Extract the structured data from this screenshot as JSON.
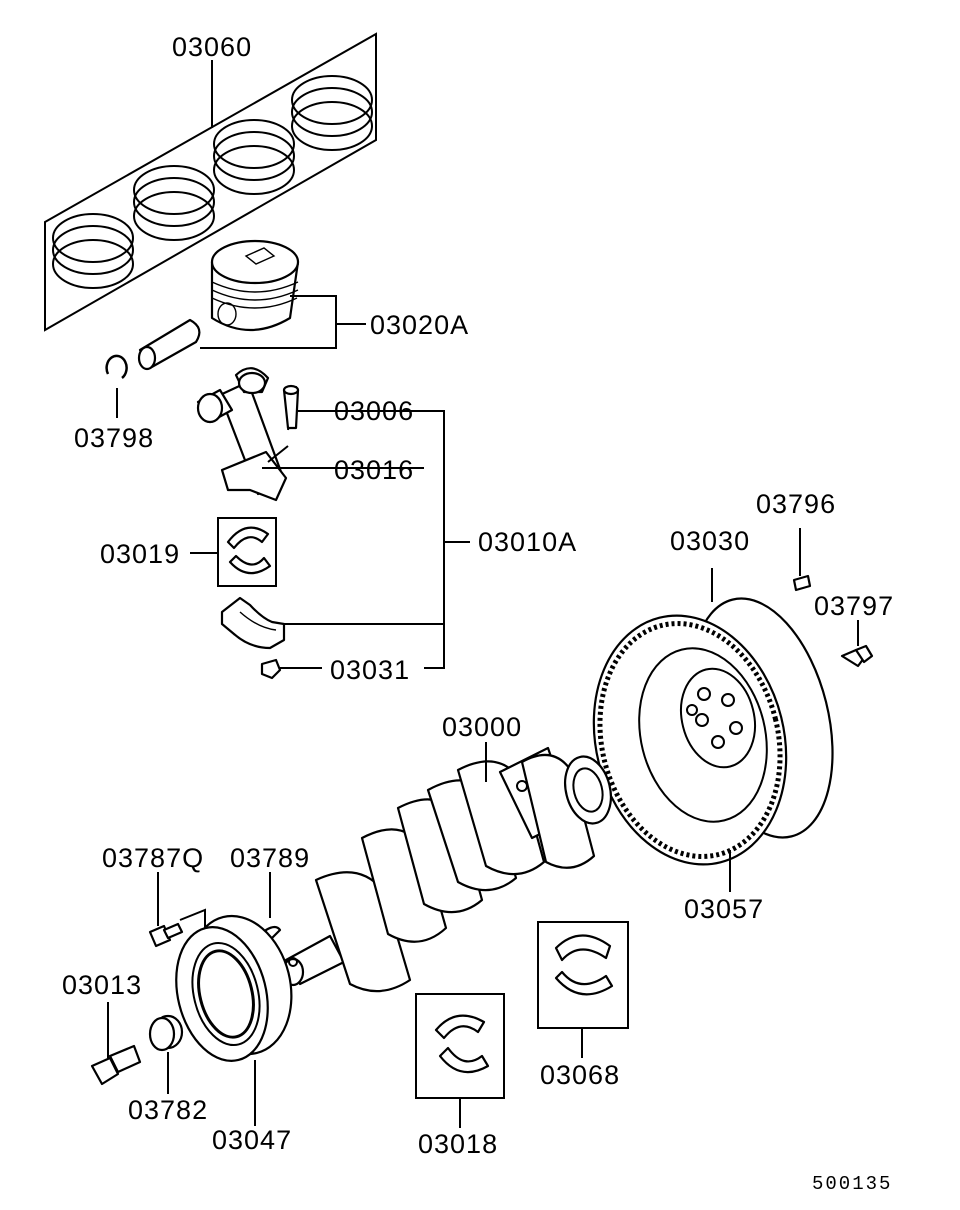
{
  "diagram": {
    "figure_id": "500135",
    "parts": [
      {
        "key": "p03060",
        "code": "03060"
      },
      {
        "key": "p03020A",
        "code": "03020A"
      },
      {
        "key": "p03798",
        "code": "03798"
      },
      {
        "key": "p03006",
        "code": "03006"
      },
      {
        "key": "p03016",
        "code": "03016"
      },
      {
        "key": "p03019",
        "code": "03019"
      },
      {
        "key": "p03010A",
        "code": "03010A"
      },
      {
        "key": "p03031",
        "code": "03031"
      },
      {
        "key": "p03796",
        "code": "03796"
      },
      {
        "key": "p03030",
        "code": "03030"
      },
      {
        "key": "p03797",
        "code": "03797"
      },
      {
        "key": "p03000",
        "code": "03000"
      },
      {
        "key": "p03787Q",
        "code": "03787Q"
      },
      {
        "key": "p03789",
        "code": "03789"
      },
      {
        "key": "p03013",
        "code": "03013"
      },
      {
        "key": "p03057",
        "code": "03057"
      },
      {
        "key": "p03068",
        "code": "03068"
      },
      {
        "key": "p03782",
        "code": "03782"
      },
      {
        "key": "p03047",
        "code": "03047"
      },
      {
        "key": "p03018",
        "code": "03018"
      }
    ]
  }
}
